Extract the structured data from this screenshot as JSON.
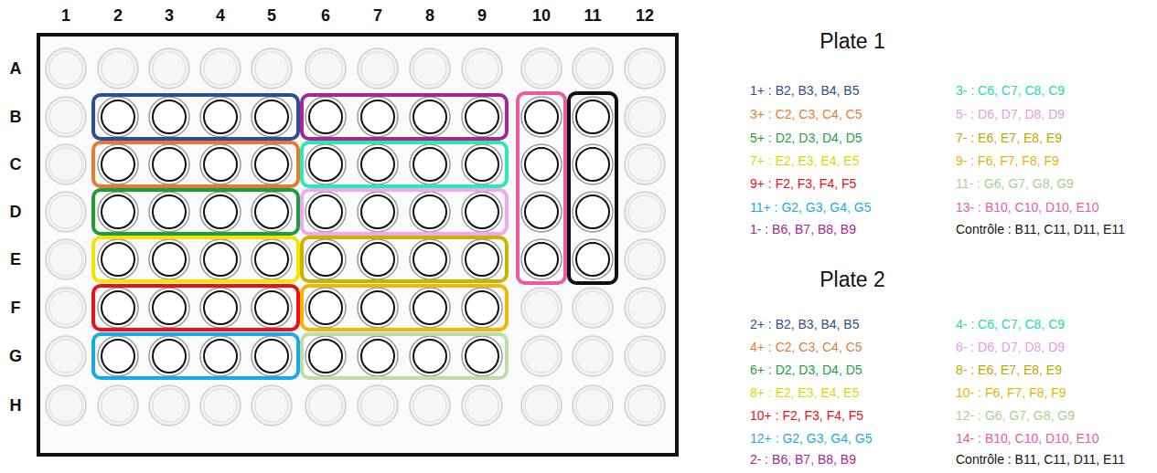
{
  "diagram": {
    "labels": [
      "1",
      "2",
      "3",
      "4",
      "5",
      "6",
      "7",
      "8",
      "9",
      "10",
      "11",
      "12",
      "A",
      "B",
      "C",
      "D",
      "E",
      "F",
      "G",
      "H",
      "Plate 1",
      "Plate 2"
    ],
    "legend": [
      {
        "text": "1+ : B2, B3, B4, B5",
        "color": "#2f4d8f"
      },
      {
        "text": "3+ : C2, C3, C4, C5",
        "color": "#e57a35"
      },
      {
        "text": "5+ : D2, D3, D4, D5",
        "color": "#1e9e3a"
      },
      {
        "text": "7+ : E2, E3, E4, E5",
        "color": "#e3d400"
      },
      {
        "text": "9+ : F2, F3, F4, F5",
        "color": "#e8101a"
      },
      {
        "text": "11+ : G2, G3, G4, G5",
        "color": "#1aa9e5"
      },
      {
        "text": "1- : B6, B7, B8, B9",
        "color": "#a3288f"
      },
      {
        "text": "3- : C6, C7, C8, C9",
        "color": "#22dca6"
      },
      {
        "text": "5- : D6, D7, D8, D9",
        "color": "#ec96ec"
      },
      {
        "text": "7- : E6, E7, E8, E9",
        "color": "#bba900"
      },
      {
        "text": "9- : F6, F7, F8, F9",
        "color": "#f0b000"
      },
      {
        "text": "11- : G6, G7, G8, G9",
        "color": "#a9cf92"
      },
      {
        "text": "13- : B10, C10, D10, E10",
        "color": "#ec5aa0"
      },
      {
        "text": "Contrôle : B11, C11, D11, E11",
        "color": "#111111"
      },
      {
        "text": "2+ : B2, B3, B4, B5",
        "color": "#2f4d8f"
      },
      {
        "text": "4+ : C2, C3, C4, C5",
        "color": "#e57a35"
      },
      {
        "text": "6+ : D2, D3, D4, D5",
        "color": "#1e9e3a"
      },
      {
        "text": "8+ : E2, E3, E4, E5",
        "color": "#e3d400"
      },
      {
        "text": "10+ : F2, F3, F4, F5",
        "color": "#e8101a"
      },
      {
        "text": "12+ : G2, G3, G4, G5",
        "color": "#1aa9e5"
      },
      {
        "text": "2- : B6, B7, B8, B9",
        "color": "#a3288f"
      },
      {
        "text": "4- : C6, C7, C8, C9",
        "color": "#22dca6"
      },
      {
        "text": "6- : D6, D7, D8, D9",
        "color": "#ec96ec"
      },
      {
        "text": "8- : E6, E7, E8, E9",
        "color": "#bba900"
      },
      {
        "text": "10- : F6, F7, F8, F9",
        "color": "#f0b000"
      },
      {
        "text": "12- : G6, G7, G8, G9",
        "color": "#a9cf92"
      },
      {
        "text": "14- : B10, C10, D10, E10",
        "color": "#ec5aa0"
      },
      {
        "text": "Contrôle : B11, C11, D11, E11",
        "color": "#111111"
      }
    ]
  }
}
